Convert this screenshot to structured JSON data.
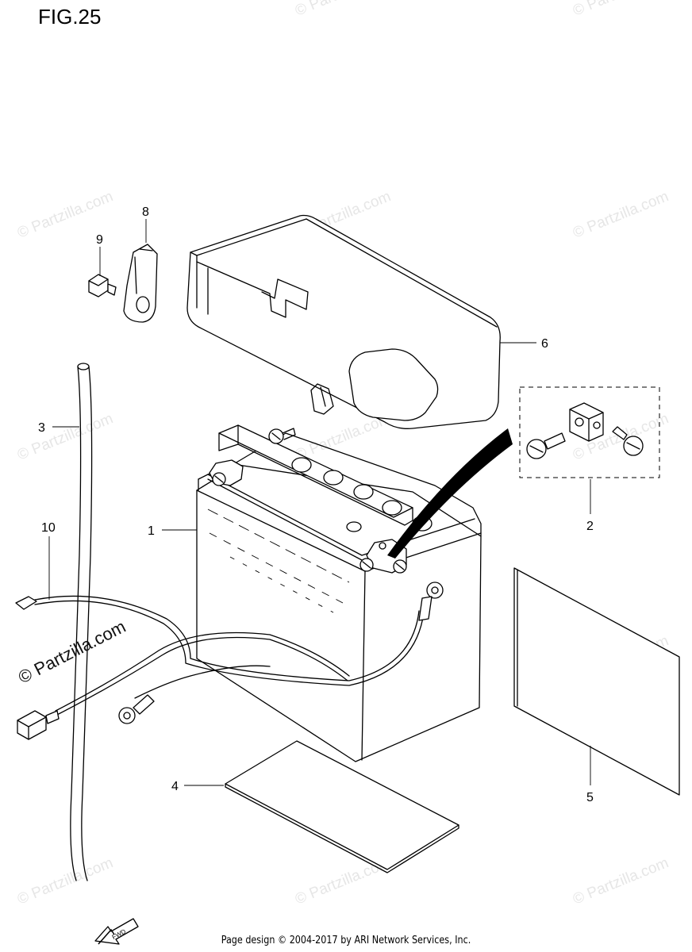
{
  "figure": {
    "title": "FIG.25"
  },
  "footer": {
    "text": "Page design © 2004-2017 by ARI Network Services, Inc."
  },
  "watermark": {
    "text": "© Partzilla.com",
    "color": "#e6e6e6"
  },
  "callouts": {
    "battery": "1",
    "terminal_bolt_set": "2",
    "breather_hose": "3",
    "battery_pad": "4",
    "warning_label": "5",
    "battery_cover": "6",
    "clamp": "8",
    "screw": "9",
    "cable": "10"
  },
  "fwd_arrow": {
    "label": "FWD"
  }
}
